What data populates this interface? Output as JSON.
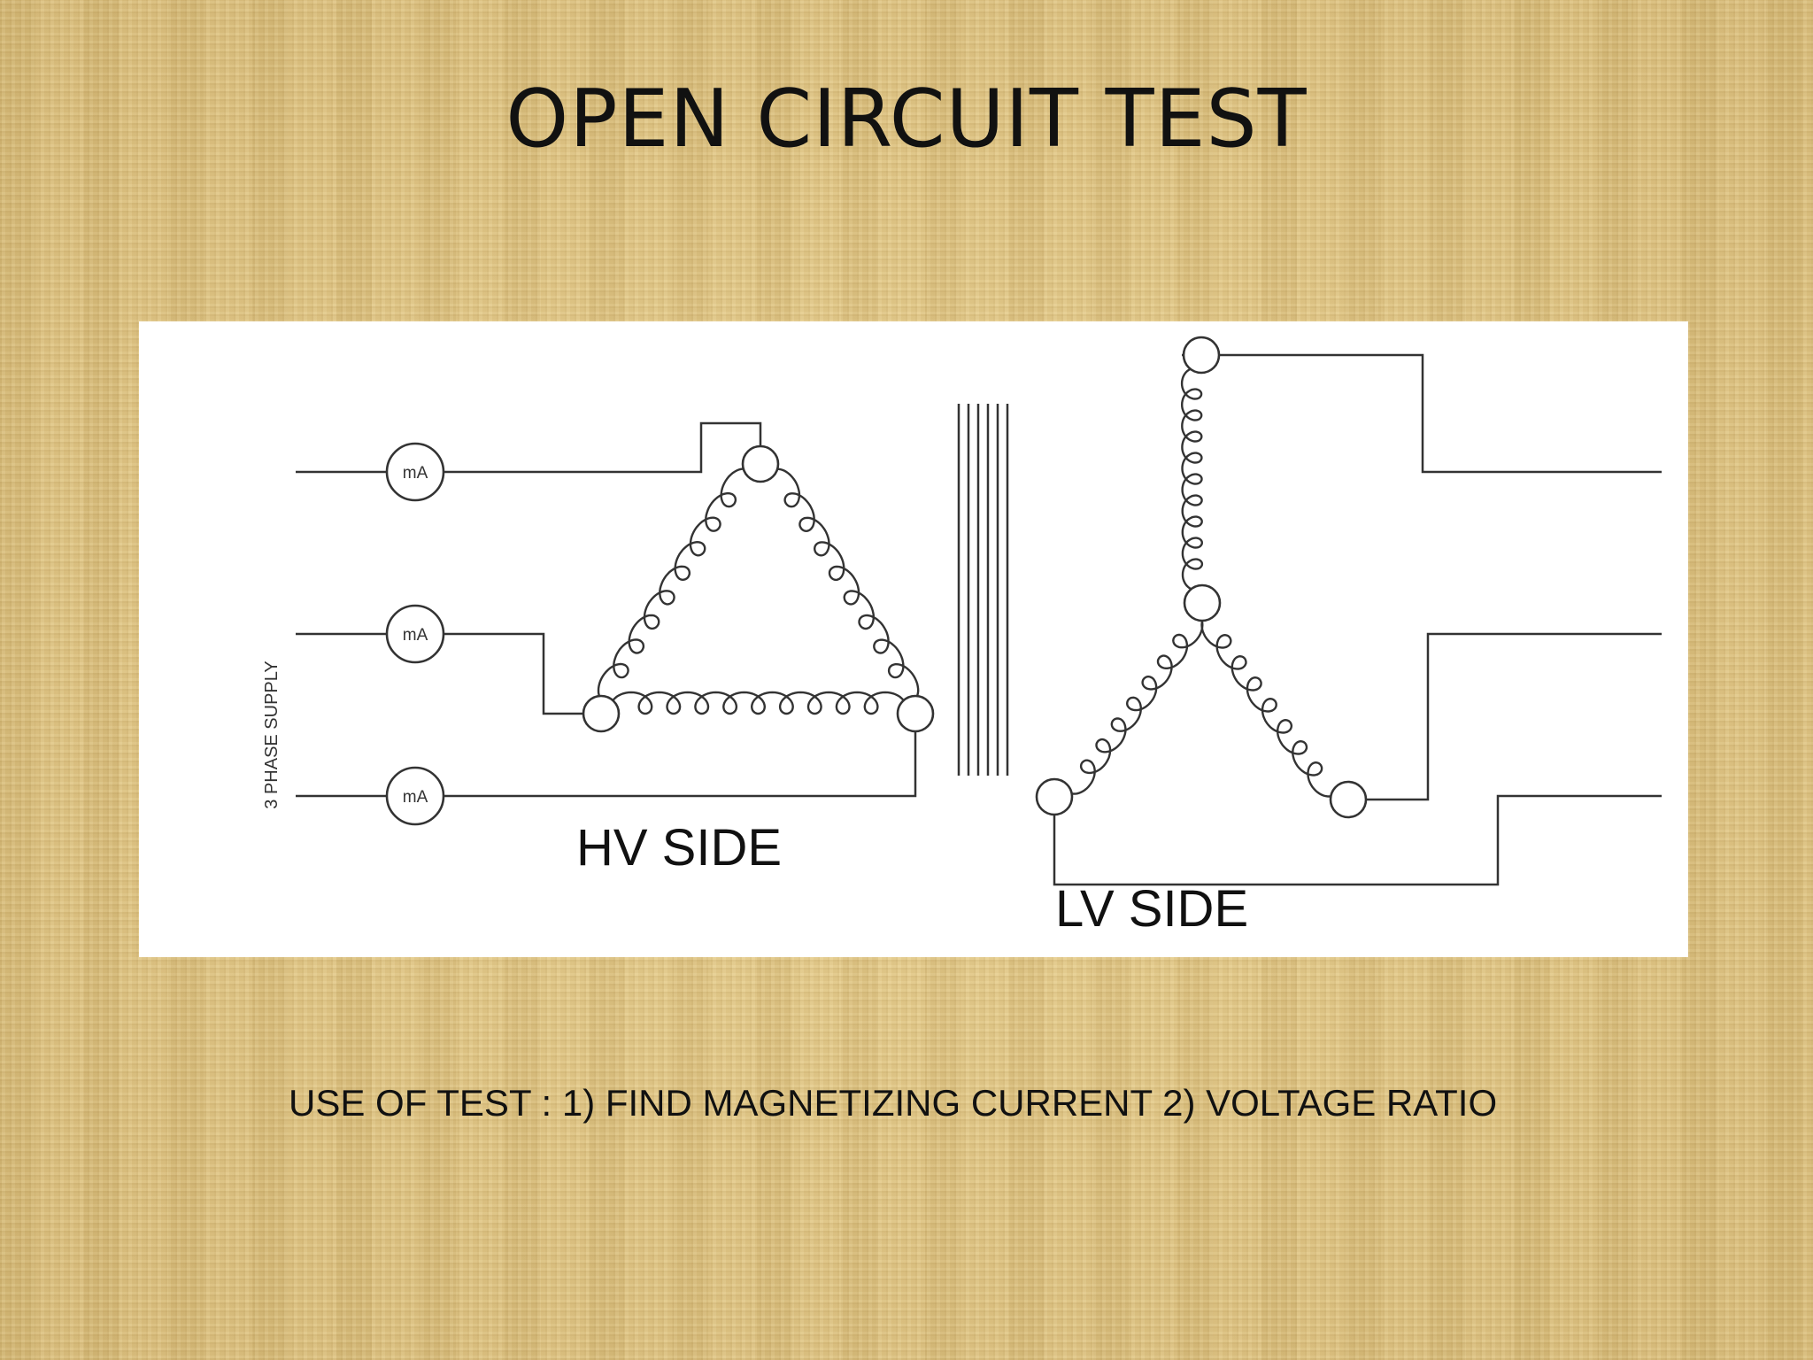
{
  "slide": {
    "title": "OPEN CIRCUIT TEST",
    "caption": "USE OF TEST : 1) FIND MAGNETIZING CURRENT 2) VOLTAGE RATIO"
  },
  "diagram": {
    "supply_label": "3 PHASE SUPPLY",
    "meter_label": "mA",
    "hv_label": "HV SIDE",
    "lv_label": "LV SIDE",
    "hv_connection": "delta",
    "lv_connection": "star",
    "meter_count": 3
  }
}
